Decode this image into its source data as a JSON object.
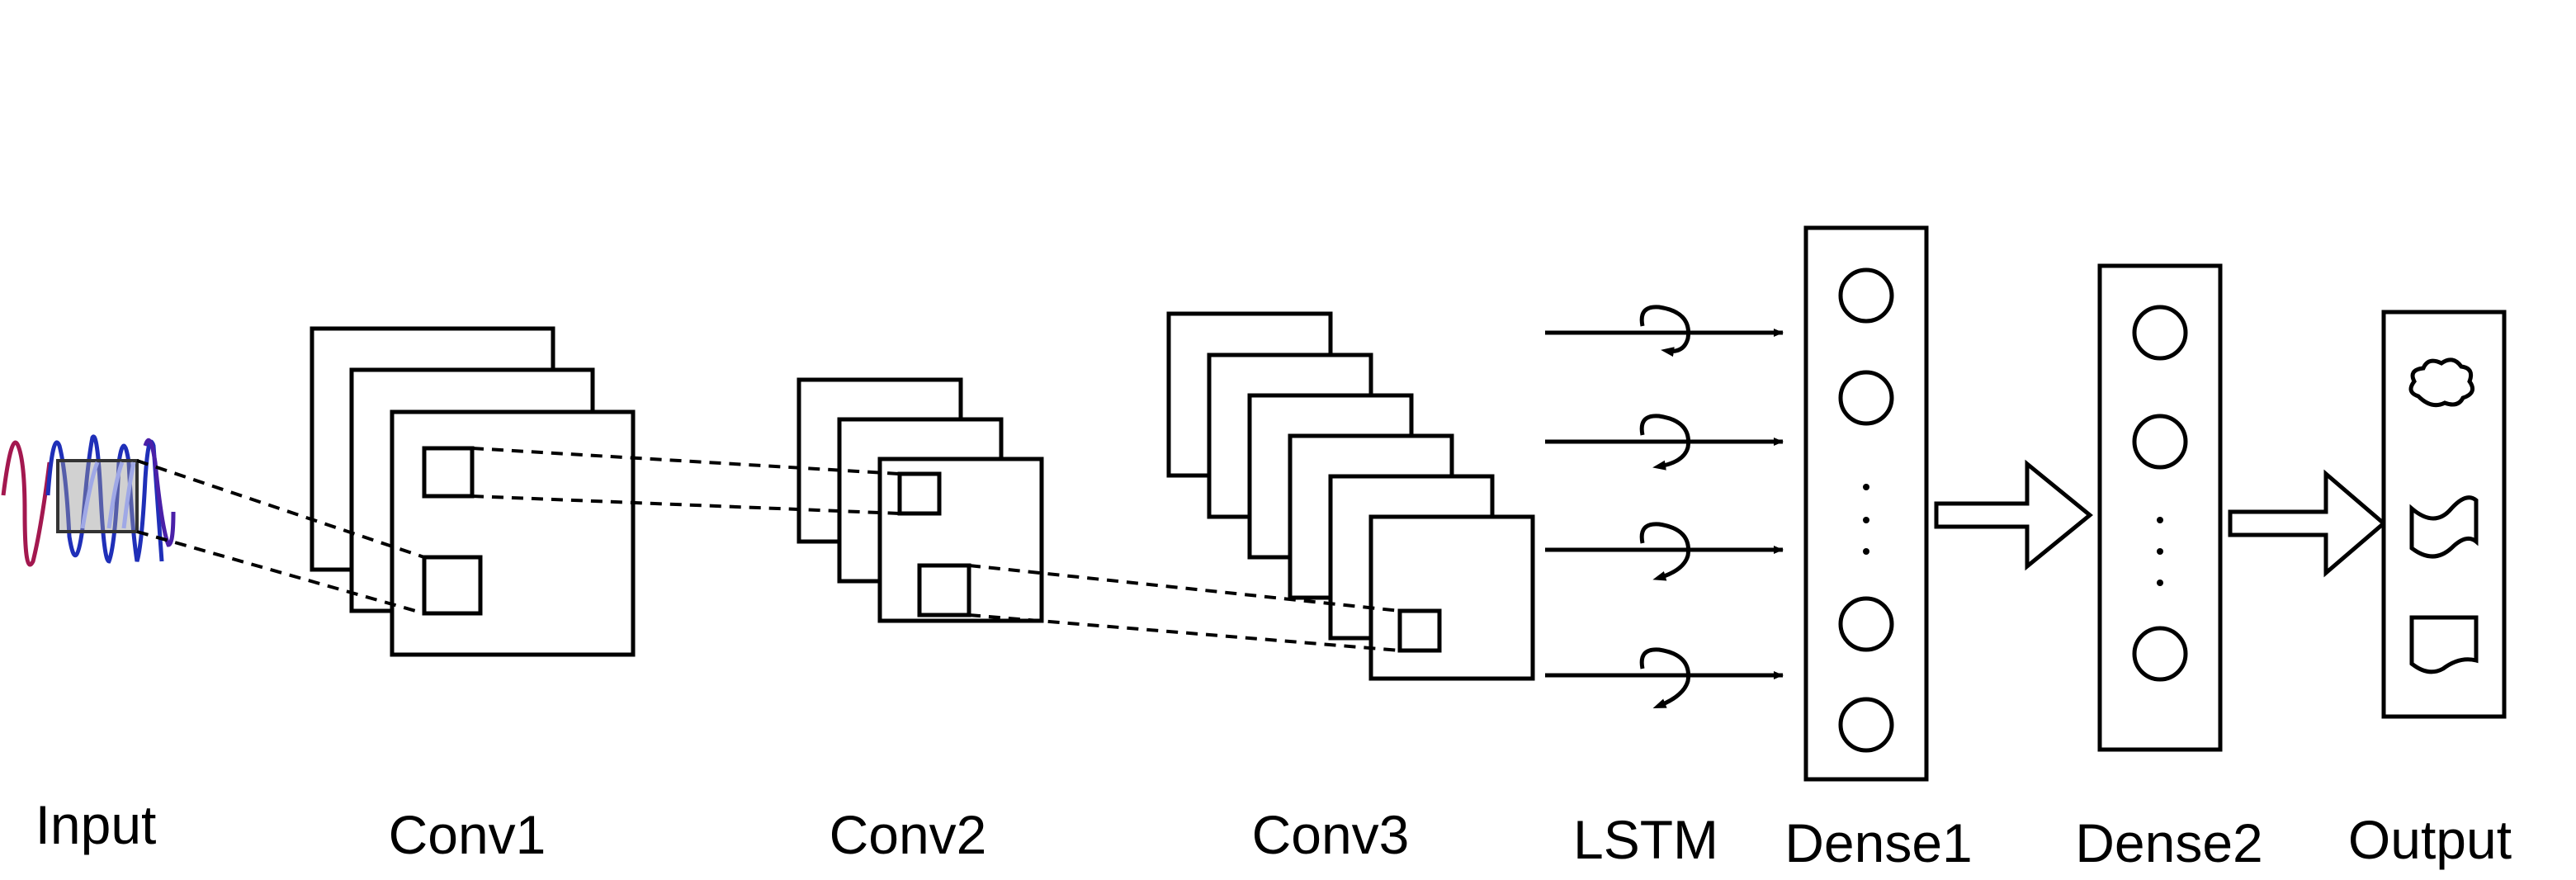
{
  "labels": {
    "input": "Input",
    "conv1": "Conv1",
    "conv2": "Conv2",
    "conv3": "Conv3",
    "lstm": "LSTM",
    "dense1": "Dense1",
    "dense2": "Dense2",
    "output": "Output"
  },
  "colors": {
    "stroke": "#000000",
    "signal_red": "#a3184f",
    "signal_blue": "#1f2fb8",
    "signal_purple": "#4a20a8",
    "signal_light_blue": "#9fa8e6",
    "window_fill": "#9a9a9a"
  },
  "structure": {
    "conv1_feature_maps": 3,
    "conv2_feature_maps": 3,
    "conv3_feature_maps": 6,
    "lstm_time_steps": 4,
    "dense1_visible_neurons": 4,
    "dense2_visible_neurons": 3
  },
  "output_icons": [
    "cloud-icon",
    "wave-flag-icon",
    "document-icon"
  ]
}
